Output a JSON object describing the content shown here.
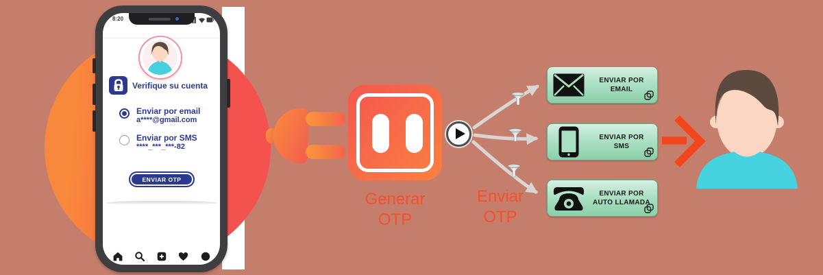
{
  "colors": {
    "background": "#c57e6c",
    "accent_orange": "#f4512b",
    "navy_blue": "#2b3990",
    "channel_green": "#a9dfc2",
    "arrow_gray": "#d8d5d2"
  },
  "phone": {
    "status": {
      "time": "8:20"
    },
    "verify": {
      "title": "Verifique su cuenta",
      "options": [
        {
          "label": "Enviar por email",
          "value": "a****@gmail.com",
          "selected": true
        },
        {
          "label": "Enviar por SMS",
          "value": "****_***_***-82",
          "selected": false
        }
      ],
      "submit_label": "ENVIAR OTP"
    }
  },
  "flow": {
    "generate_label": {
      "line1": "Generar",
      "line2": "OTP"
    },
    "send_label": {
      "line1": "Enviar",
      "line2": "OTP"
    },
    "channels": [
      {
        "icon": "envelope-icon",
        "line1": "ENVIAR POR",
        "line2": "EMAIL"
      },
      {
        "icon": "smartphone-icon",
        "line1": "ENVIAR POR",
        "line2": "SMS"
      },
      {
        "icon": "telephone-icon",
        "line1": "ENVIAR POR",
        "line2": "AUTO LLAMADA"
      }
    ]
  }
}
